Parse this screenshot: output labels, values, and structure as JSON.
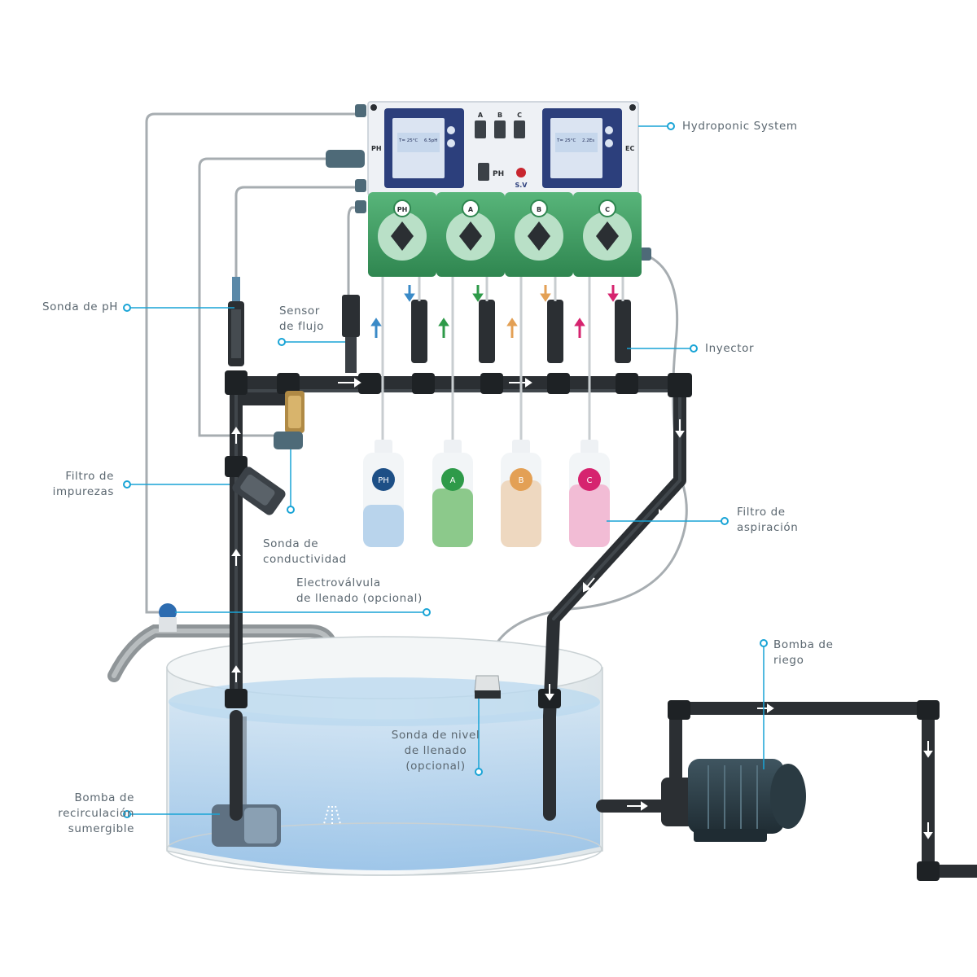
{
  "controller": {
    "ph_side_label": "PH",
    "ec_side_label": "EC",
    "switches": [
      "A",
      "B",
      "C"
    ],
    "ph_switch_label": "PH",
    "sv_label": "S.V",
    "ph_display": {
      "line1a": "T= 25°C",
      "line1b": "6.5pH"
    },
    "ec_display": {
      "line1a": "T= 25°C",
      "line1b": "2.2Es"
    },
    "pumps": [
      "PH",
      "A",
      "B",
      "C"
    ]
  },
  "bottles": [
    {
      "label": "PH",
      "color": "#1d4f86"
    },
    {
      "label": "A",
      "color": "#2e9a49"
    },
    {
      "label": "B",
      "color": "#e3a055"
    },
    {
      "label": "C",
      "color": "#d6246f"
    }
  ],
  "labels": {
    "hydroponic_system": "Hydroponic System",
    "sonda_ph": "Sonda de pH",
    "sensor_flujo": [
      "Sensor",
      "de flujo"
    ],
    "inyector": "Inyector",
    "filtro_impurezas": [
      "Filtro de",
      "impurezas"
    ],
    "sonda_conductividad": [
      "Sonda de",
      "conductividad"
    ],
    "filtro_aspiracion": [
      "Filtro de",
      "aspiración"
    ],
    "electrovalvula": [
      "Electroválvula",
      "de llenado (opcional)"
    ],
    "bomba_riego": [
      "Bomba de",
      "riego"
    ],
    "sonda_nivel": [
      "Sonda de nivel",
      "de llenado",
      "(opcional)"
    ],
    "bomba_recirculacion": [
      "Bomba de",
      "recirculación",
      "sumergible"
    ]
  },
  "colors": {
    "callout": "#19a4d6",
    "pipe": "#2b2f33",
    "panel": "#eef1f5",
    "pump_green": "#3d9a5e",
    "water": "#a9cdea",
    "tank": "#e7ecee"
  }
}
